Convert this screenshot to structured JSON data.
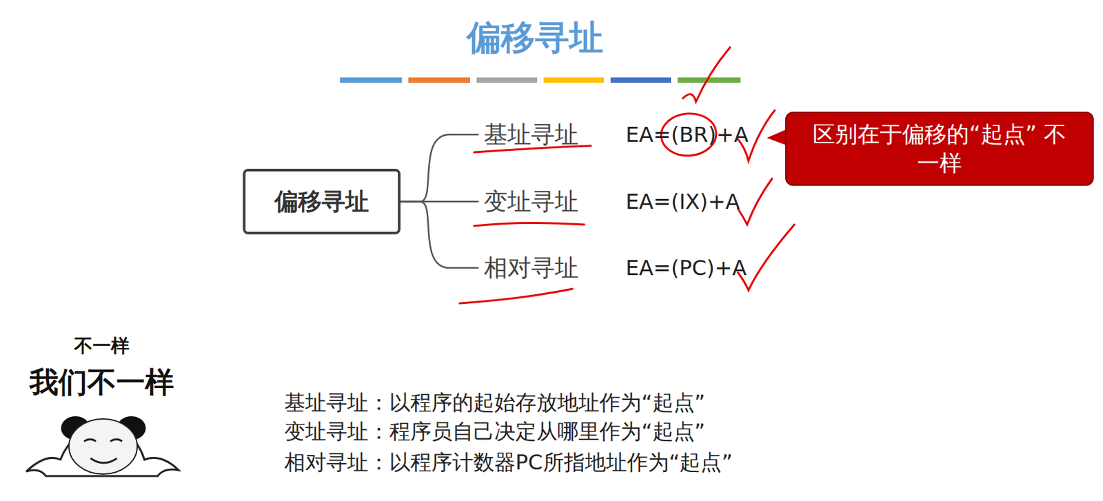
{
  "diagram": {
    "title": "偏移寻址",
    "nodes": [
      {
        "text": [
          "偏移寻址"
        ]
      },
      {
        "text": [
          "基址寻址"
        ]
      },
      {
        "text": [
          "变址寻址"
        ]
      },
      {
        "text": [
          "相对寻址"
        ]
      },
      {
        "text": [
          "区别在于偏移的“起点” 不一样"
        ]
      }
    ],
    "edges": [
      {
        "from": 0,
        "to": 1,
        "arrow": "none"
      },
      {
        "from": 0,
        "to": 2,
        "arrow": "none"
      },
      {
        "from": 0,
        "to": 3,
        "arrow": "none"
      }
    ],
    "labels": [
      "EA=(BR)+A",
      "EA=(IX)+A",
      "EA=(PC)+A",
      "不一样",
      "我们不一样",
      "基址寻址：以程序的起始存放地址作为“起点”",
      "变址寻址：程序员自己决定从哪里作为“起点”",
      "相对寻址：以程序计数器PC所指地址作为“起点”"
    ]
  }
}
